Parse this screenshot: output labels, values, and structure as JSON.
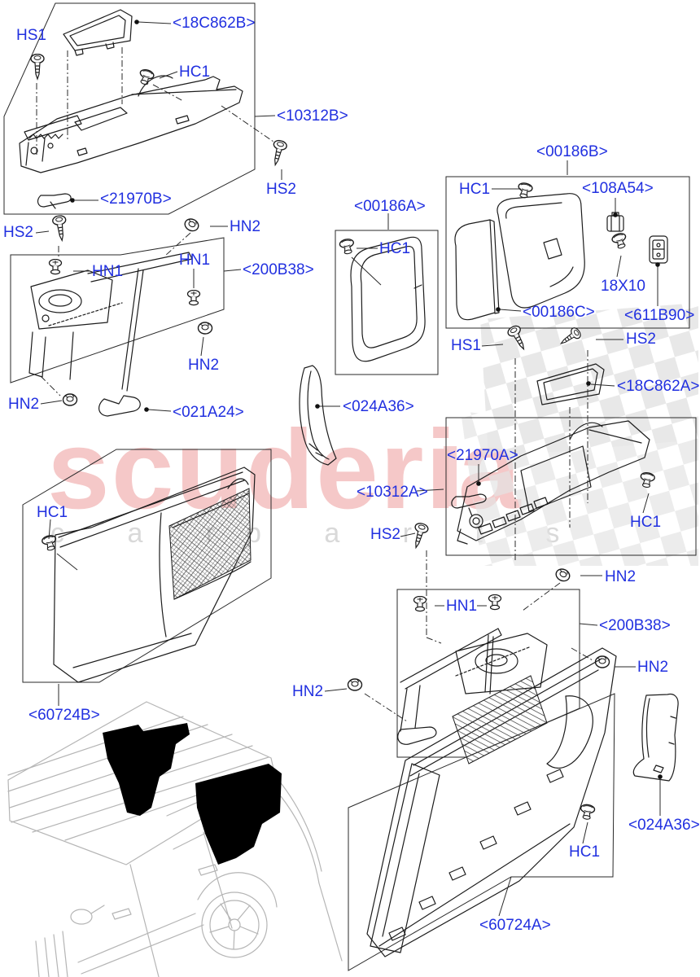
{
  "diagram": {
    "type": "exploded-parts-diagram",
    "subject": "side trim panels",
    "vehicle_silhouette": "range-rover-rear-three-quarter"
  },
  "watermark": {
    "brand": "scuderia",
    "sub_left": "c a r",
    "sub_right": "p a r t s"
  },
  "colors": {
    "label_blue": "#2130e0",
    "line_black": "#1c1c1c",
    "watermark_pink": "#f5c8c8",
    "watermark_gray": "#d9d9d9",
    "car_line_gray": "#b5b5b5"
  },
  "labels": {
    "hs1_a": "HS1",
    "c18c862b": "<18C862B>",
    "hc1_a": "HC1",
    "c10312b": "<10312B>",
    "c21970b": "<21970B>",
    "hs2_a": "HS2",
    "hs2_b": "HS2",
    "hn2_b1": "HN2",
    "hn1_b1": "HN1",
    "hn1_b2": "HN1",
    "c200b38_1": "<200B38>",
    "hn2_b2": "HN2",
    "hn2_b3": "HN2",
    "c021a24": "<021A24>",
    "c00186a": "<00186A>",
    "hc1_c": "HC1",
    "c00186b": "<00186B>",
    "hc1_d": "HC1",
    "c108a54": "<108A54>",
    "c18x10": "18X10",
    "c611b90": "<611B90>",
    "c00186c": "<00186C>",
    "hs1_e": "HS1",
    "hs2_e": "HS2",
    "c18c862a": "<18C862A>",
    "c21970a": "<21970A>",
    "c10312a": "<10312A>",
    "hc1_e": "HC1",
    "c024a36_1": "<024A36>",
    "hs2_f": "HS2",
    "hn2_f1": "HN2",
    "hn1_f": "HN1",
    "c200b38_2": "<200B38>",
    "hn2_f2": "HN2",
    "hn2_f3": "HN2",
    "c60724b": "<60724B>",
    "hc1_g": "HC1",
    "hc1_g2": "HC1",
    "c60724a": "<60724A>",
    "c024a36_2": "<024A36>"
  }
}
